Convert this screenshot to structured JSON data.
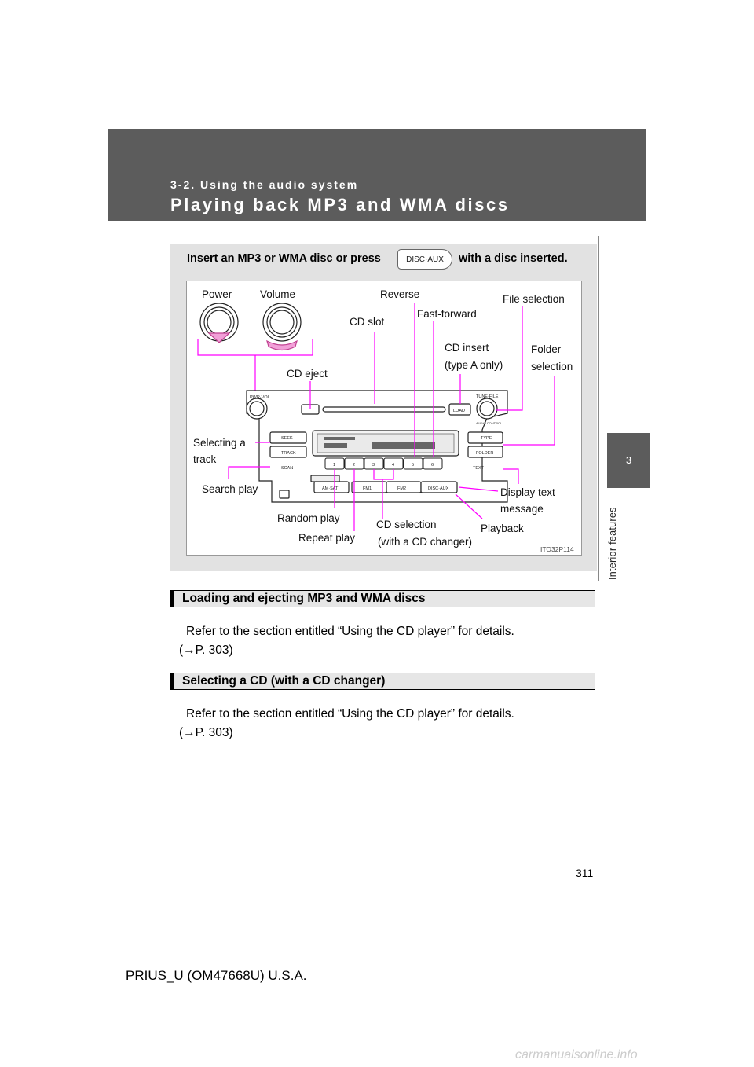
{
  "header": {
    "section": "3-2. Using the audio system",
    "title": "Playing back MP3 and WMA discs"
  },
  "side": {
    "chapter_number": "3",
    "chapter_label": "Interior features"
  },
  "figure": {
    "caption_before": "Insert an MP3 or WMA disc or press",
    "button_label": "DISC·AUX",
    "caption_after": "with a disc inserted.",
    "image_code": "ITO32P114",
    "labels": {
      "power": "Power",
      "volume": "Volume",
      "reverse": "Reverse",
      "file_selection": "File selection",
      "cd_slot": "CD slot",
      "fast_forward": "Fast-forward",
      "cd_insert_1": "CD insert",
      "cd_insert_2": "(type A only)",
      "folder_1": "Folder",
      "folder_2": "selection",
      "cd_eject": "CD eject",
      "selecting_track_1": "Selecting a",
      "selecting_track_2": "track",
      "search_play": "Search play",
      "display_text_1": "Display text",
      "display_text_2": "message",
      "random_play": "Random play",
      "cd_selection_1": "CD selection",
      "cd_selection_2": "(with a CD changer)",
      "playback": "Playback",
      "repeat_play": "Repeat play"
    },
    "unit_text": {
      "pwr_vol": "PWR·VOL",
      "tune_file": "TUNE·FILE",
      "load": "LOAD",
      "audio_control": "AUDIO CONTROL",
      "seek": "SEEK",
      "track": "TRACK",
      "type": "TYPE",
      "folder": "FOLDER",
      "scan": "SCAN",
      "text": "TEXT",
      "am_sat": "AM·SAT",
      "fm1": "FM1",
      "fm2": "FM2",
      "disc_aux": "DISC·AUX",
      "presets": [
        "1",
        "2",
        "3",
        "4",
        "5",
        "6"
      ]
    }
  },
  "sections": [
    {
      "heading": "Loading and ejecting MP3 and WMA discs",
      "line1": "Refer to the section entitled “Using the CD player” for details.",
      "line2": "(→P. 303)"
    },
    {
      "heading": "Selecting a CD (with a CD changer)",
      "line1": "Refer to the section entitled “Using the CD player” for details.",
      "line2": "(→P. 303)"
    }
  ],
  "page_number": "311",
  "footer": "PRIUS_U (OM47668U) U.S.A.",
  "watermark": "carmanualsonline.info",
  "colors": {
    "header_bg": "#5c5c5c",
    "callout": "#ff00ff",
    "figure_bg": "#e2e2e2"
  }
}
